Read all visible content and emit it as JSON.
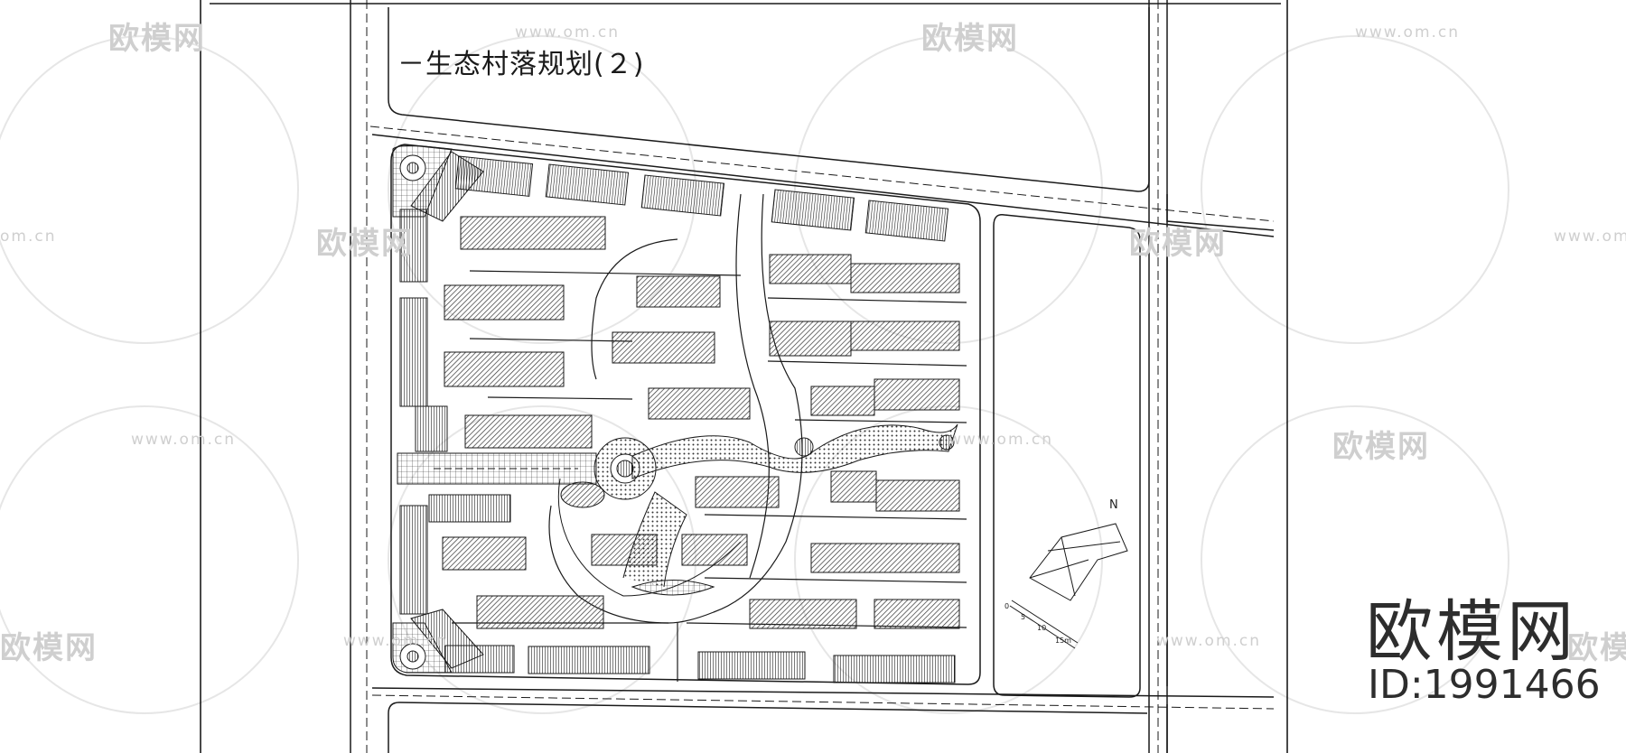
{
  "drawing": {
    "title": "－生态村落规划(２)",
    "north_label": "N",
    "scale_labels": [
      "0",
      "5",
      "10",
      "15m"
    ]
  },
  "watermarks": {
    "brand_cn": "欧模网",
    "url": "www.om.cn",
    "url_partial": "om.cn"
  },
  "brand_block": {
    "name": "欧模网",
    "id_text": "ID:1991466"
  },
  "colors": {
    "line": "#1a1a1a",
    "watermark": "#cfcfcf",
    "hatch": "#444444"
  }
}
